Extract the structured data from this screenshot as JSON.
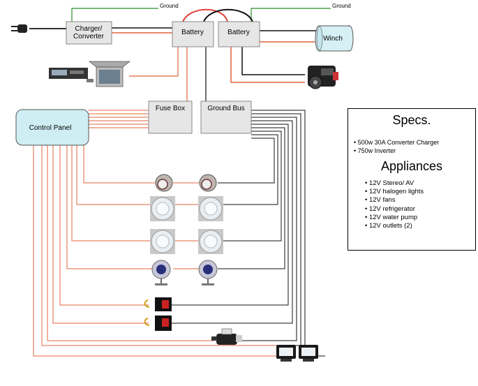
{
  "boxes": {
    "charger": [
      "Charger/",
      "Converter"
    ],
    "battery1": "Battery",
    "battery2": "Battery",
    "winch": "Winch",
    "fuse_box": "Fuse Box",
    "ground_bus": "Ground Bus",
    "control_panel": "Control Panel"
  },
  "ground_labels": [
    "Ground",
    "Ground"
  ],
  "specs": {
    "title": "Specs.",
    "items": [
      "500w 30A Converter Charger",
      "750w Inverter"
    ],
    "appliances_title": "Appliances",
    "appliances": [
      "12V Stereo/ AV",
      "12V halogen lights",
      "12V fans",
      "12V refrigerator",
      "12V water pump",
      "12V outlets (2)"
    ]
  },
  "icons": {
    "plug": "power-plug-icon",
    "stereo": "stereo-av-icon",
    "compressor": "air-compressor-icon",
    "halogen_light": "halogen-light-icon",
    "dome_light": "dome-light-icon",
    "fan": "fan-icon",
    "switch": "rocker-switch-icon",
    "water_pump": "water-pump-icon",
    "outlet_light": "work-light-icon"
  },
  "colors": {
    "positive_wire": "#e0643c",
    "ground_wire": "#111111",
    "green_ground": "#2e8b2e",
    "control_panel_fill": "#cfeef4",
    "box_fill": "#e6e6e6",
    "winch_fill": "#d6f0f5"
  }
}
